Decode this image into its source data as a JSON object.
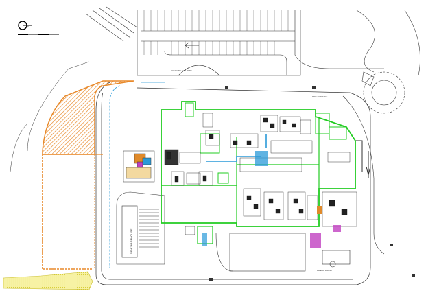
{
  "labels": {
    "visitors_car_park": "VISITORS CAR PARK",
    "fire_hydrant_top": "FIRE HYDRANT",
    "fire_hydrant_bottom": "FIRE HYDRANT",
    "new_warehouse": "NEW WAREHOUSE",
    "north_symbol": "N"
  },
  "legend_colors": {
    "site_boundary": "#e8892a",
    "factory_building": "#22cc22",
    "sand_area": "#f2ea6a",
    "water": "#2a9ad8",
    "process": "#c040c0"
  }
}
